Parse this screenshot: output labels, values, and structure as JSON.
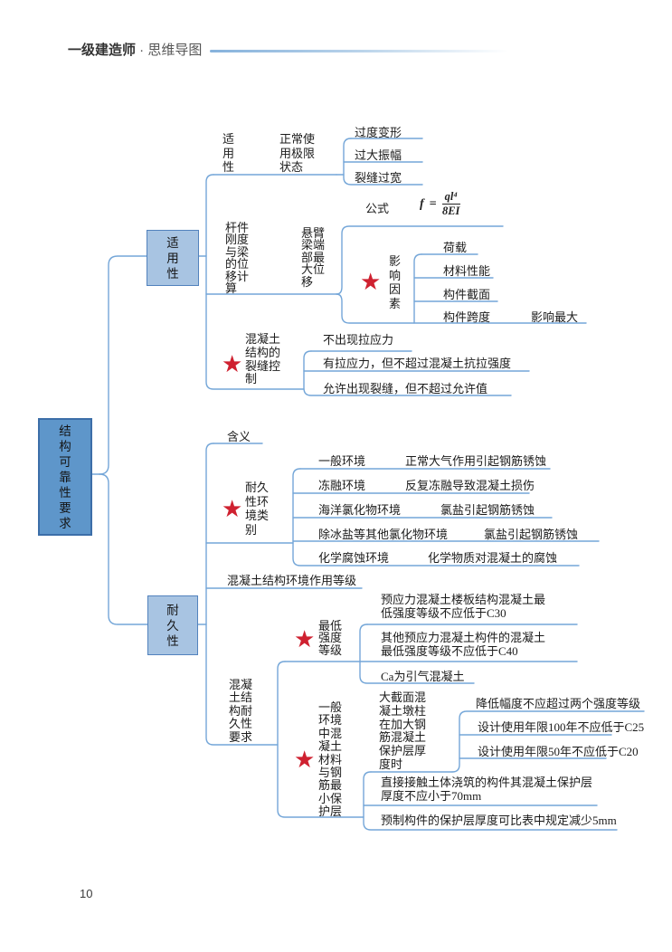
{
  "header": {
    "brand": "一级建造师",
    "separator": " · ",
    "subtitle": "思维导图"
  },
  "page_number": "10",
  "icons": {
    "star_glyph": "★"
  },
  "colors": {
    "line": "#74a6d8",
    "star": "#cf2130",
    "root_fill": "#5e96ca",
    "child_fill": "#a8c4e2"
  },
  "mindmap": {
    "root_label": "结\n构\n可\n靠\n性\n要\n求",
    "applicability": {
      "box_label": "适\n用\n性",
      "usability": {
        "label": "适\n用\n性",
        "state": "正常使\n用极限\n状态",
        "leaves": [
          "过度变形",
          "过大振幅",
          "裂缝过宽"
        ]
      },
      "stiffness": {
        "label": "杆件\n刚度\n与梁\n的位\n移计\n算",
        "cantilever_label": "悬臂\n梁端\n部最\n大位\n移",
        "formula_label": "公式",
        "formula": {
          "lhs": "f",
          "eq": "=",
          "numerator": "ql⁴",
          "denominator": "8EI"
        },
        "factors": {
          "label": "影\n响\n因\n素",
          "leaves": [
            "荷载",
            "材料性能",
            "构件截面",
            "构件跨度"
          ],
          "note": "影响最大"
        }
      },
      "crack_control": {
        "label": "混凝土\n结构的\n裂缝控\n制",
        "leaves": [
          "不出现拉应力",
          "有拉应力，但不超过混凝土抗拉强度",
          "允许出现裂缝，但不超过允许值"
        ]
      }
    },
    "durability": {
      "box_label": "耐\n久\n性",
      "meaning_label": "含义",
      "environment_category": {
        "label": "耐久\n性环\n境类\n别",
        "rows": [
          {
            "env": "一般环境",
            "effect": "正常大气作用引起钢筋锈蚀"
          },
          {
            "env": "冻融环境",
            "effect": "反复冻融导致混凝土损伤"
          },
          {
            "env": "海洋氯化物环境",
            "effect": "氯盐引起钢筋锈蚀"
          },
          {
            "env": "除冰盐等其他氯化物环境",
            "effect": "氯盐引起钢筋锈蚀"
          },
          {
            "env": "化学腐蚀环境",
            "effect": "化学物质对混凝土的腐蚀"
          }
        ]
      },
      "environment_grade_label": "混凝土结构环境作用等级",
      "requirements": {
        "label": "混凝\n土结\n构耐\n久性\n要求",
        "min_strength": {
          "label": "最低\n强度\n等级",
          "leaves": [
            "预应力混凝土楼板结构混凝土最\n低强度等级不应低于C30",
            "其他预应力混凝土构件的混凝土\n最低强度等级不应低于C40",
            "Ca为引气混凝土"
          ]
        },
        "min_cover": {
          "label": "一般\n环境\n中混\n凝土\n材料\n与钢\n筋最\n小保\n护层",
          "pier": {
            "label": "大截面混\n凝土墩柱\n在加大钢\n筋混凝土\n保护层厚\n度时",
            "leaves": [
              "降低幅度不应超过两个强度等级",
              "设计使用年限100年不应低于C25",
              "设计使用年限50年不应低于C20"
            ]
          },
          "soil_contact": "直接接触土体浇筑的构件其混凝土保护层\n厚度不应小于70mm",
          "precast": "预制构件的保护层厚度可比表中规定减少5mm"
        }
      }
    }
  }
}
